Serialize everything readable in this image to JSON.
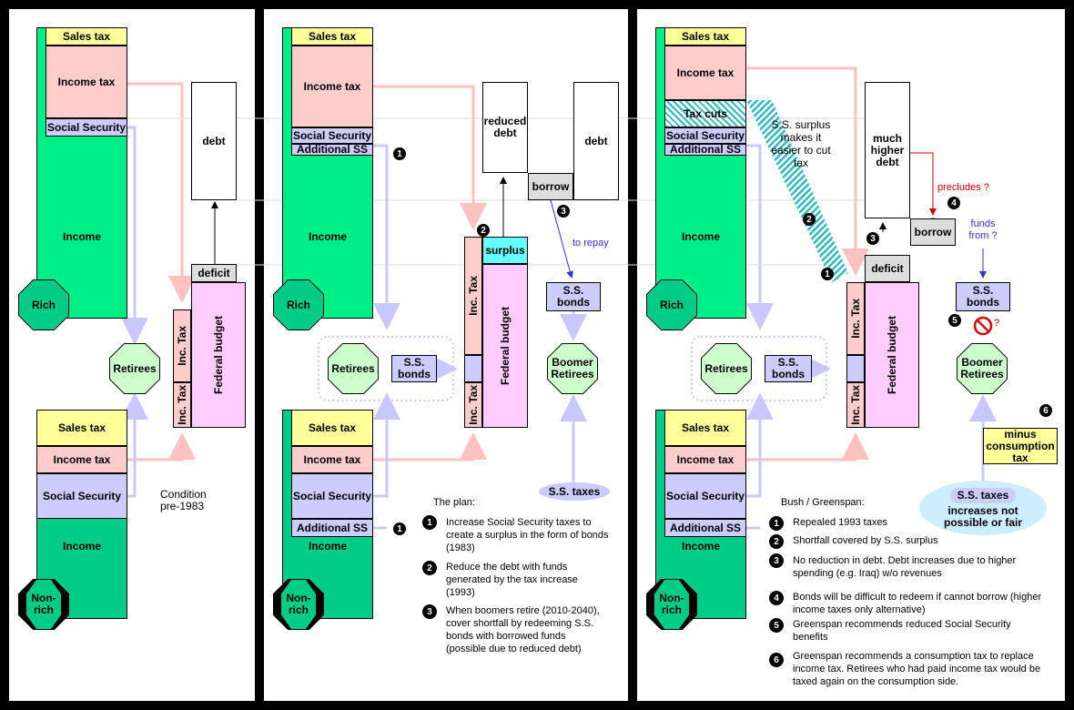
{
  "labels": {
    "sales_tax": "Sales tax",
    "income_tax": "Income tax",
    "social_security": "Social Security",
    "additional_ss": "Additional SS",
    "income": "Income",
    "rich": "Rich",
    "nonrich": "Non-rich",
    "retirees": "Retirees",
    "boomer_retirees": "Boomer Retirees",
    "debt": "debt",
    "reduced_debt": "reduced debt",
    "much_higher_debt": "much higher debt",
    "deficit": "deficit",
    "surplus": "surplus",
    "federal_budget": "Federal budget",
    "inc_tax": "Inc. Tax",
    "ss_bonds": "S.S. bonds",
    "borrow": "borrow",
    "ss_taxes": "S.S. taxes",
    "to_repay": "to repay",
    "tax_cuts": "Tax cuts",
    "condition": "Condition pre-1983",
    "ss_surplus_note": "S.S. surplus makes it easier to cut tax",
    "precludes": "precludes ?",
    "funds_from": "funds from ?",
    "question": "?",
    "minus_consumption_tax": "minus consumption tax",
    "increases_not_possible": "increases not possible or fair"
  },
  "plan": {
    "heading": "The plan:",
    "items": [
      {
        "num": "1",
        "text": "Increase Social Security taxes to create a surplus in the form of bonds (1983)"
      },
      {
        "num": "2",
        "text": "Reduce the debt with funds generated by the tax increase (1993)"
      },
      {
        "num": "3",
        "text": "When boomers retire (2010-2040), cover shortfall by redeeming S.S. bonds with borrowed funds (possible due to reduced debt)"
      }
    ]
  },
  "bush": {
    "heading": "Bush / Greenspan:",
    "items": [
      {
        "num": "1",
        "text": "Repealed 1993 taxes"
      },
      {
        "num": "2",
        "text": "Shortfall covered by S.S. surplus"
      },
      {
        "num": "3",
        "text": "No reduction in debt. Debt increases due to higher spending (e.g. Iraq) w/o revenues"
      },
      {
        "num": "4",
        "text": "Bonds will be difficult to redeem if cannot borrow (higher income taxes only alternative)"
      },
      {
        "num": "5",
        "text": "Greenspan recommends reduced Social Security benefits"
      },
      {
        "num": "6",
        "text": "Greenspan recommends a consumption tax to replace income tax.  Retirees who had paid income tax would be taxed again on the consumption side."
      }
    ]
  },
  "markers": {
    "n1": "1",
    "n2": "2",
    "n3": "3",
    "n4": "4",
    "n5": "5",
    "n6": "6"
  },
  "colors": {
    "green": "#00ee88",
    "darkgreen": "#00cc88",
    "pink": "#ffcccc",
    "lavender": "#ccccff",
    "yellow": "#ffff99",
    "magenta_pink": "#ffccff",
    "cyan": "#66ffff",
    "gray": "#dddddd",
    "retiree_green": "#ccffcc"
  }
}
